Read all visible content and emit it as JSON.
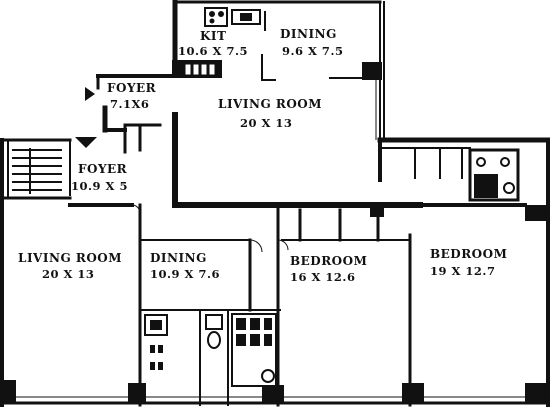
{
  "palette": {
    "wall": "#111111",
    "paper": "#ffffff",
    "ink": "#111111"
  },
  "rooms": {
    "kitchen": {
      "name": "KIT",
      "dims": "10.6 X 7.5"
    },
    "upper_dining": {
      "name": "DINING",
      "dims": "9.6 X 7.5"
    },
    "upper_foyer": {
      "name": "FOYER",
      "dims": "7.1X6"
    },
    "upper_living": {
      "name": "LIVING ROOM",
      "dims": "20 X 13"
    },
    "lower_foyer": {
      "name": "FOYER",
      "dims": "10.9 X 5"
    },
    "lower_living": {
      "name": "LIVING ROOM",
      "dims": "20 X 13"
    },
    "lower_dining": {
      "name": "DINING",
      "dims": "10.9 X 7.6"
    },
    "bedroom_1": {
      "name": "BEDROOM",
      "dims": "16 X 12.6"
    },
    "bedroom_2": {
      "name": "BEDROOM",
      "dims": "19 X 12.7"
    }
  },
  "icons": [
    "entry-arrow-icon",
    "stove-icon",
    "sink-icon",
    "radiator-icon",
    "bathtub-icon",
    "toilet-icon"
  ]
}
